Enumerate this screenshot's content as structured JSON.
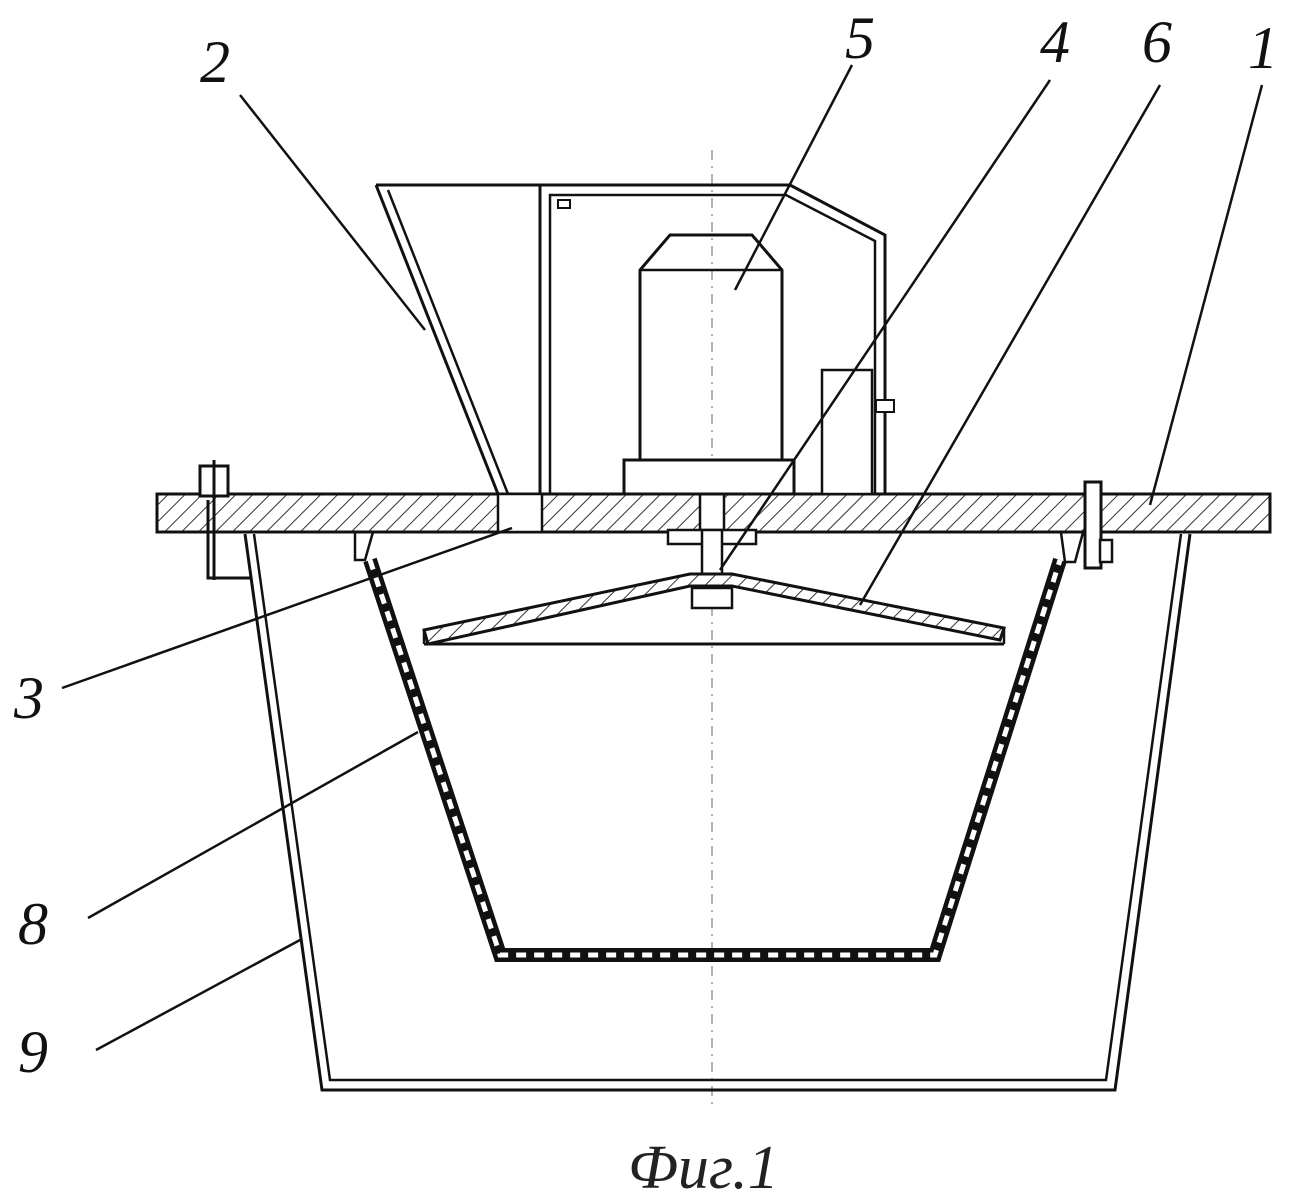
{
  "labels": {
    "n1": "1",
    "n2": "2",
    "n3": "3",
    "n4": "4",
    "n5": "5",
    "n6": "6",
    "n8": "8",
    "n9": "9"
  },
  "caption": "Фиг.1"
}
